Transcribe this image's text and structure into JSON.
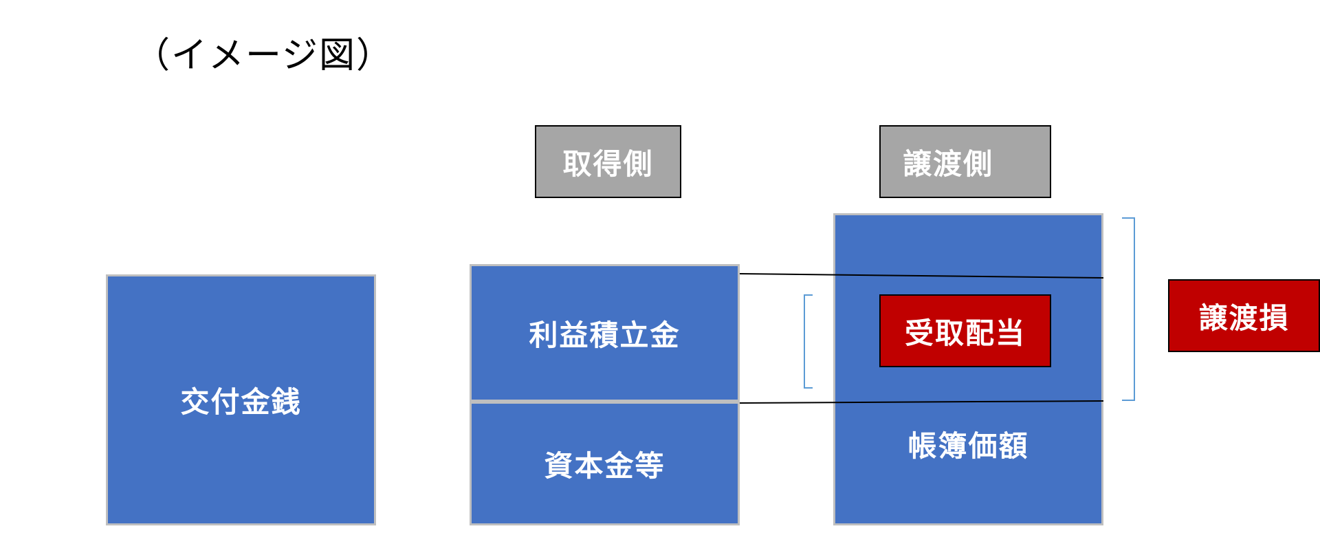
{
  "title": "（イメージ図）",
  "header_acquirer": "取得側",
  "header_transferor": "譲渡側",
  "box_cash": "交付金銭",
  "box_retained_earnings": "利益積立金",
  "box_capital": "資本金等",
  "box_book_value": "帳簿価額",
  "box_dividend": "受取配当",
  "box_transfer_loss": "譲渡損",
  "colors": {
    "blue": "#4472c4",
    "red": "#c00000",
    "gray": "#a6a6a6",
    "bracket": "#5b9bd5"
  }
}
